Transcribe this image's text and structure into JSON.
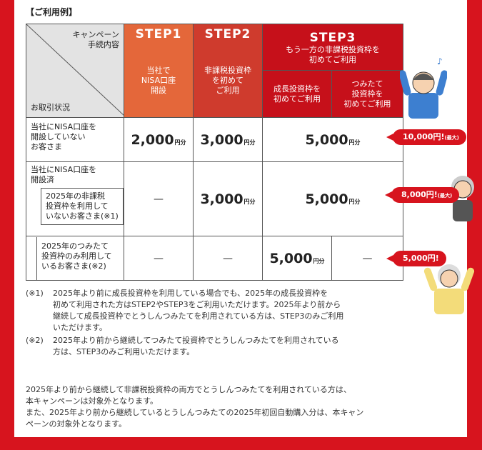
{
  "heading": "【ご利用例】",
  "diag": {
    "top_right_1": "キャンペーン",
    "top_right_2": "手続内容",
    "bottom_left": "お取引状況"
  },
  "steps": {
    "s1": {
      "name": "STEP1",
      "d1": "当社で",
      "d2": "NISA口座",
      "d3": "開設"
    },
    "s2": {
      "name": "STEP2",
      "d1": "非課税投資枠",
      "d2": "を初めて",
      "d3": "ご利用"
    },
    "s3": {
      "name": "STEP3",
      "d1": "もう一方の非課税投資枠を",
      "d2": "初めてご利用",
      "a1": "成長投資枠を",
      "a2": "初めてご利用",
      "b1": "つみたて",
      "b2": "投資枠を",
      "b3": "初めてご利用"
    }
  },
  "unit": "円分",
  "dash": "—",
  "rows": {
    "r1": {
      "l1": "当社にNISA口座を",
      "l2": "開設していない",
      "l3": "お客さま",
      "v1": "2,000",
      "v2": "3,000",
      "v3": "5,000"
    },
    "r2": {
      "l1": "当社にNISA口座を",
      "l2": "開設済"
    },
    "r2a": {
      "l1": "2025年の非課税",
      "l2": "投資枠を利用して",
      "l3": "いないお客さま(※1)",
      "v2": "3,000",
      "v3": "5,000"
    },
    "r2b": {
      "l1": "2025年のつみたて",
      "l2": "投資枠のみ利用して",
      "l3": "いるお客さま(※2)",
      "v3a": "5,000"
    }
  },
  "badges": {
    "b1": {
      "amt": "10,000円!",
      "note": "(最大)"
    },
    "b2": {
      "amt": "8,000円!",
      "note": "(最大)"
    },
    "b3": {
      "amt": "5,000円!"
    }
  },
  "notes": {
    "n1_key": "(※1)",
    "n1_l1": "2025年より前に成長投資枠を利用している場合でも、2025年の成長投資枠を",
    "n1_l2": "初めて利用された方はSTEP2やSTEP3をご利用いただけます。2025年より前から",
    "n1_l3": "継続して成長投資枠でとうしんつみたてを利用されている方は、STEP3のみご利用",
    "n1_l4": "いただけます。",
    "n2_key": "(※2)",
    "n2_l1": "2025年より前から継続してつみたて投資枠でとうしんつみたてを利用されている",
    "n2_l2": "方は、STEP3のみご利用いただけます。"
  },
  "footer": {
    "l1": "2025年より前から継続して非課税投資枠の両方でとうしんつみたてを利用されている方は、",
    "l2": "本キャンペーンは対象外となります。",
    "l3": "また、2025年より前から継続しているとうしんつみたての2025年初回自動購入分は、本キャン",
    "l4": "ペーンの対象外となります。"
  },
  "colors": {
    "brand_red": "#d7141e",
    "step1": "#e4673a",
    "step2": "#cf3b2d",
    "step3": "#c6101a"
  }
}
